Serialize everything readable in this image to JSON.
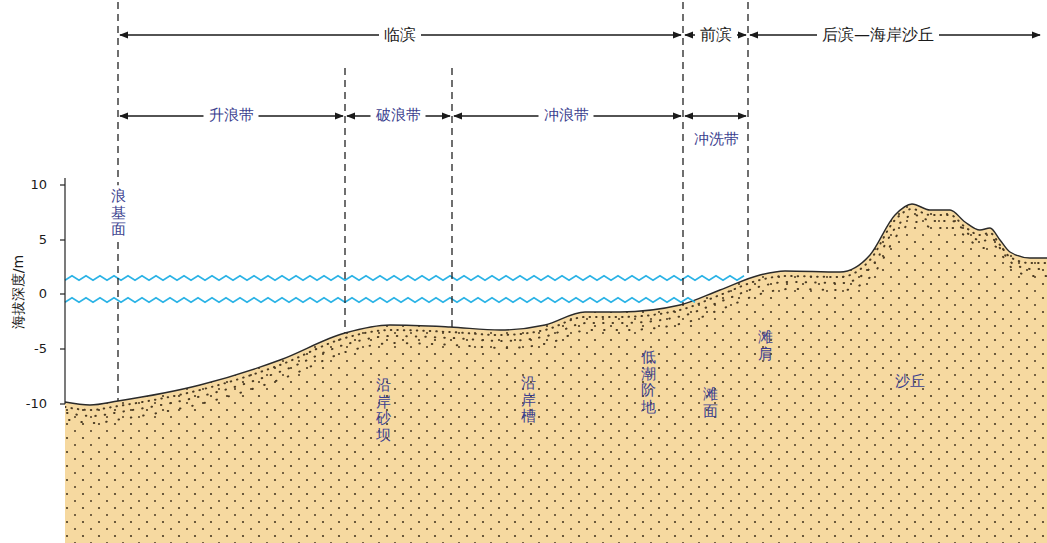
{
  "diagram": {
    "labels": [
      "临滨",
      "前滨",
      "后滨—海岸沙丘",
      "升浪带",
      "破浪带",
      "冲浪带",
      "冲洗带",
      "浪基面",
      "10",
      "5",
      "0",
      "-5",
      "-10",
      "海拔深度/m",
      "沿岸砂坝",
      "沿岸槽",
      "低潮阶地",
      "滩面",
      "滩肩",
      "沙丘"
    ]
  }
}
